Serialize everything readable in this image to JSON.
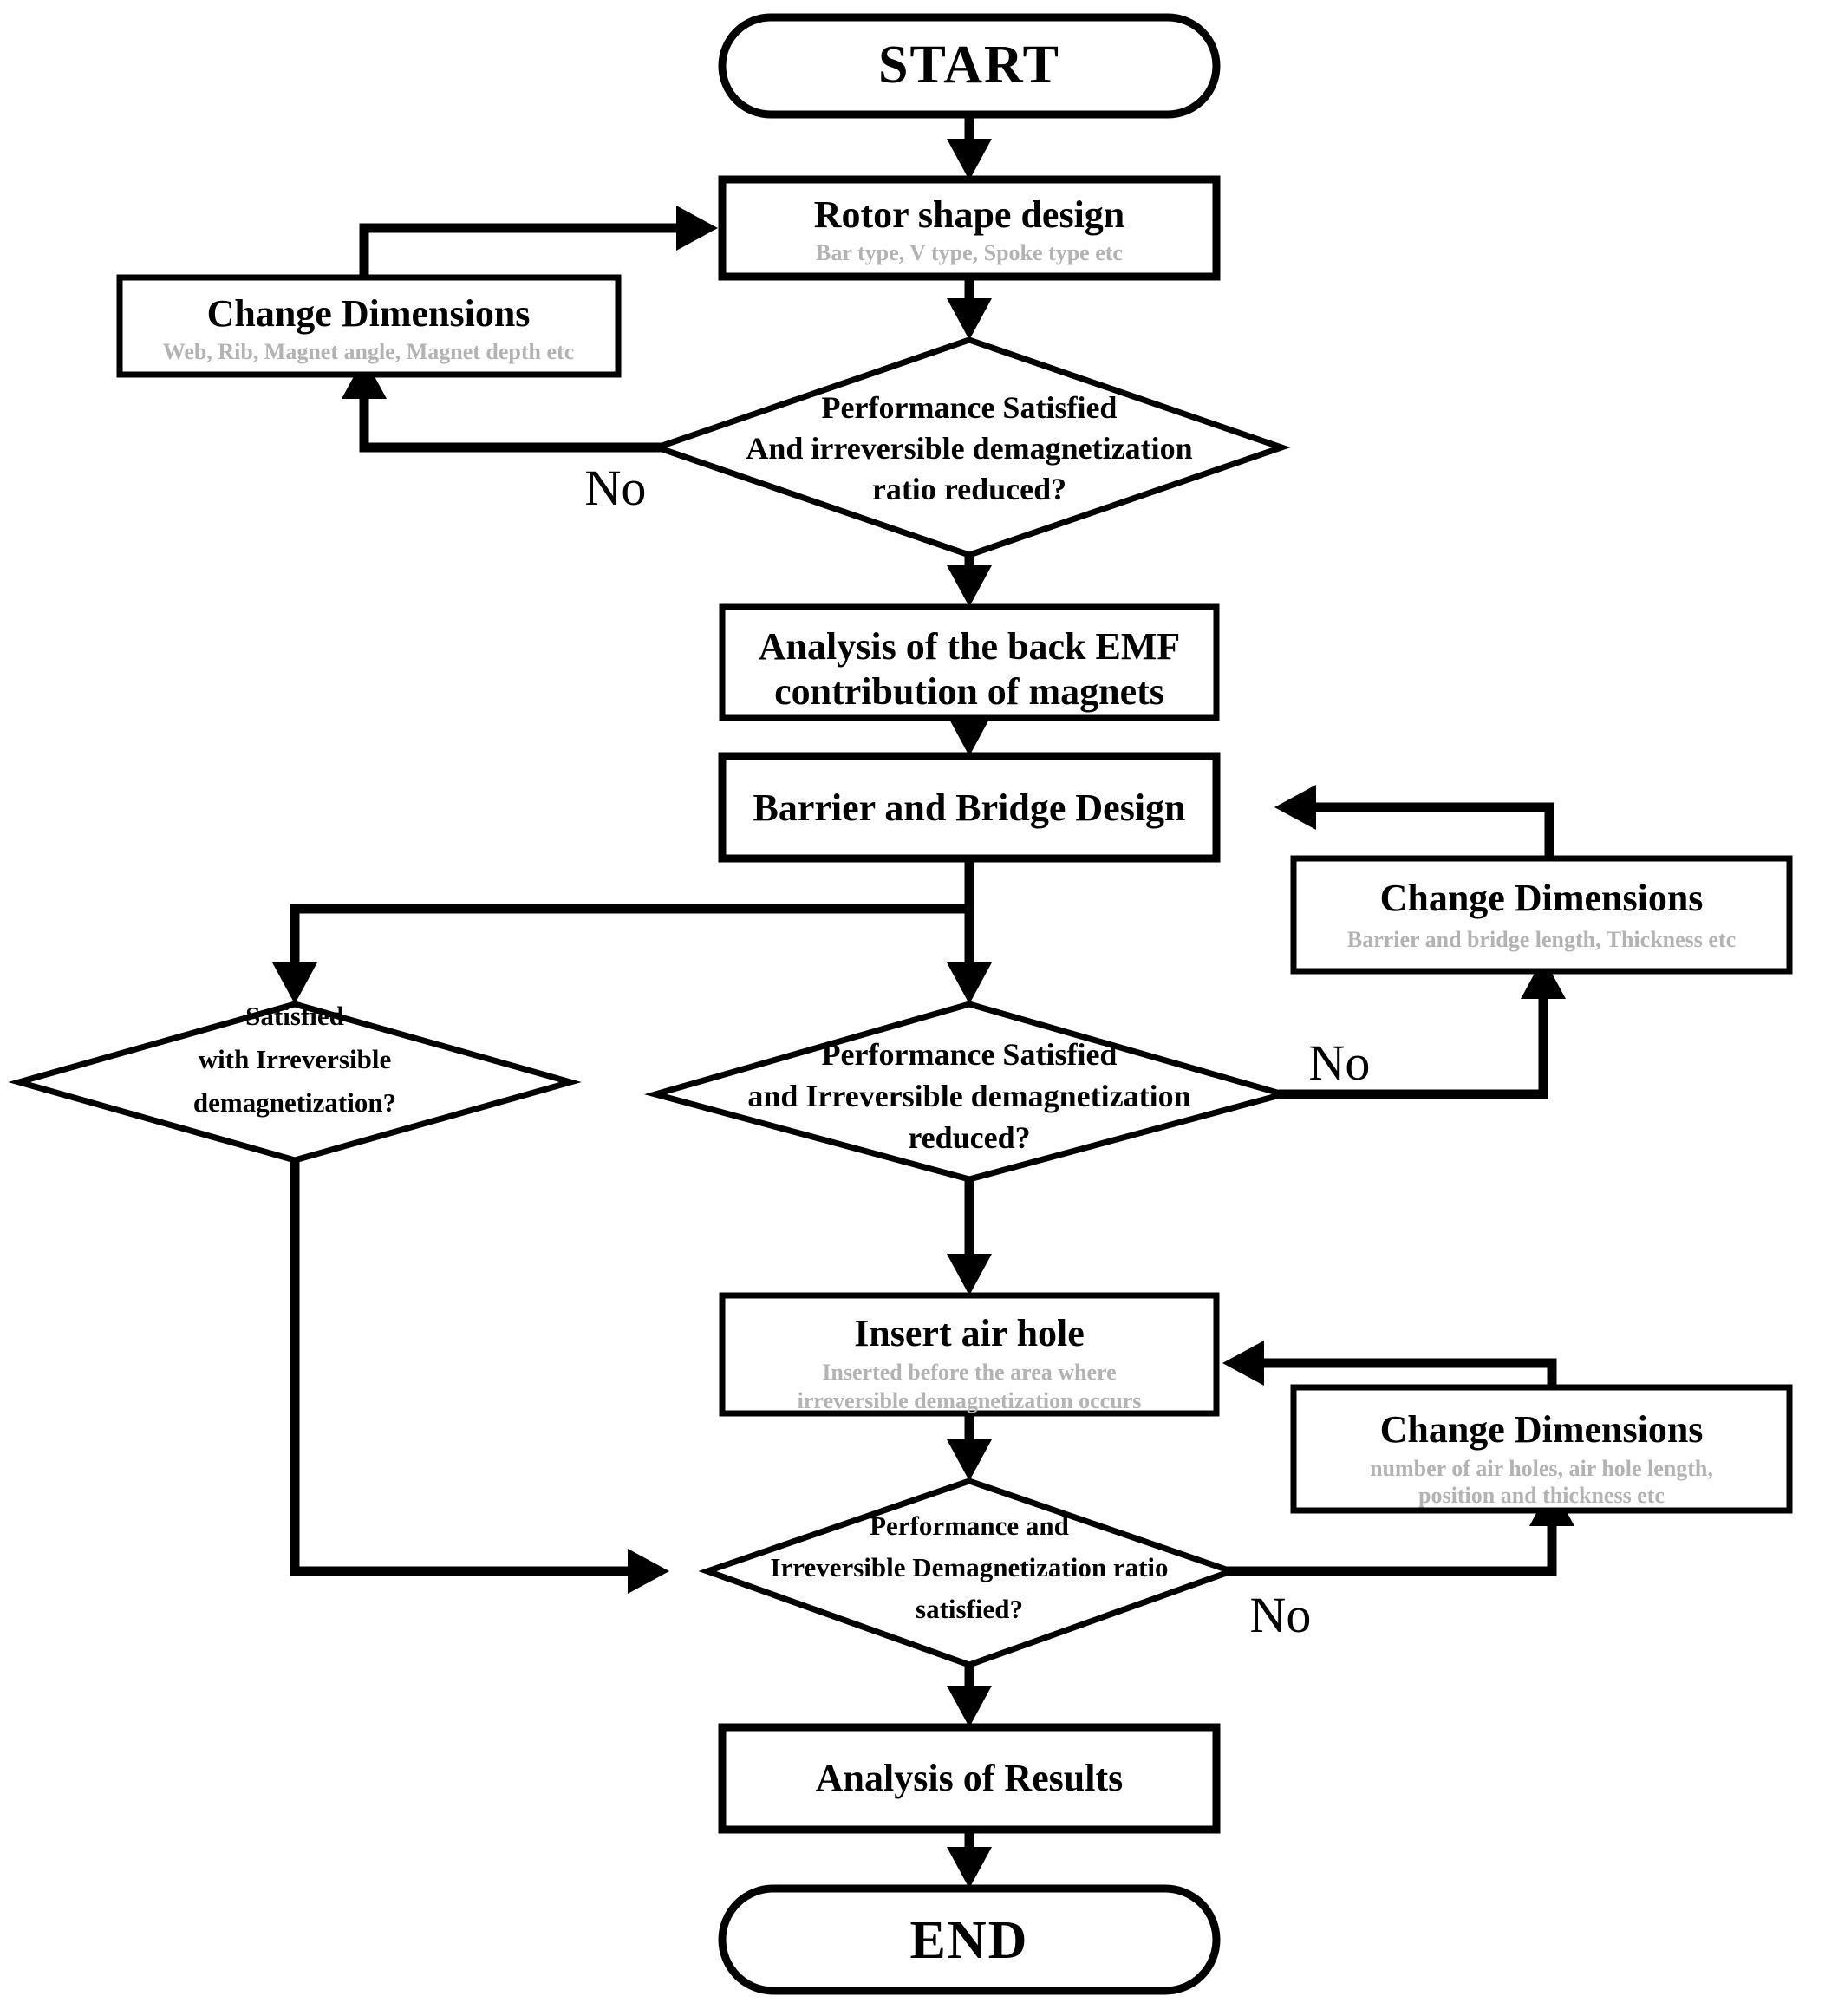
{
  "diagram": {
    "type": "flowchart",
    "title_colors": {
      "line": "#000000",
      "box_fill": "#ffffff",
      "subtitle_text": "#b3b3b3",
      "text": "#000000"
    },
    "nodes": {
      "start": {
        "label": "START",
        "shape": "terminal"
      },
      "rotor_shape_design": {
        "label": "Rotor shape design",
        "subtitle": "Bar type, V type, Spoke type etc",
        "shape": "process"
      },
      "change_dimensions_rotor": {
        "label": "Change Dimensions",
        "subtitle": "Web, Rib, Magnet angle, Magnet depth etc",
        "shape": "process"
      },
      "decision_rotor": {
        "line1": "Performance Satisfied",
        "line2": "And irreversible demagnetization",
        "line3": "ratio reduced?",
        "shape": "decision"
      },
      "analysis_back_emf": {
        "line1": "Analysis of the back EMF",
        "line2": "contribution of magnets",
        "shape": "process"
      },
      "barrier_bridge_design": {
        "label": "Barrier and Bridge Design",
        "shape": "process"
      },
      "change_dimensions_barrier": {
        "label": "Change Dimensions",
        "subtitle": "Barrier and bridge length, Thickness etc",
        "shape": "process"
      },
      "decision_irreversible_satisfied": {
        "line1": "Satisfied",
        "line2": "with  Irreversible",
        "line3": "demagnetization?",
        "shape": "decision"
      },
      "decision_barrier": {
        "line1": "Performance Satisfied",
        "line2": "and Irreversible demagnetization",
        "line3": "reduced?",
        "shape": "decision"
      },
      "insert_air_hole": {
        "label": "Insert air hole",
        "subtitle1": "Inserted before the area where",
        "subtitle2": "irreversible demagnetization occurs",
        "shape": "process"
      },
      "change_dimensions_airhole": {
        "label": "Change Dimensions",
        "subtitle1": "number of air holes, air hole length,",
        "subtitle2": "position and thickness etc",
        "shape": "process"
      },
      "decision_airhole": {
        "line1": "Performance and",
        "line2": "Irreversible Demagnetization ratio",
        "line3": "satisfied?",
        "shape": "decision"
      },
      "analysis_of_results": {
        "label": "Analysis of Results",
        "shape": "process"
      },
      "end": {
        "label": "END",
        "shape": "terminal"
      }
    },
    "edge_labels": {
      "no_rotor": "No",
      "no_barrier": "No",
      "no_airhole": "No"
    }
  }
}
